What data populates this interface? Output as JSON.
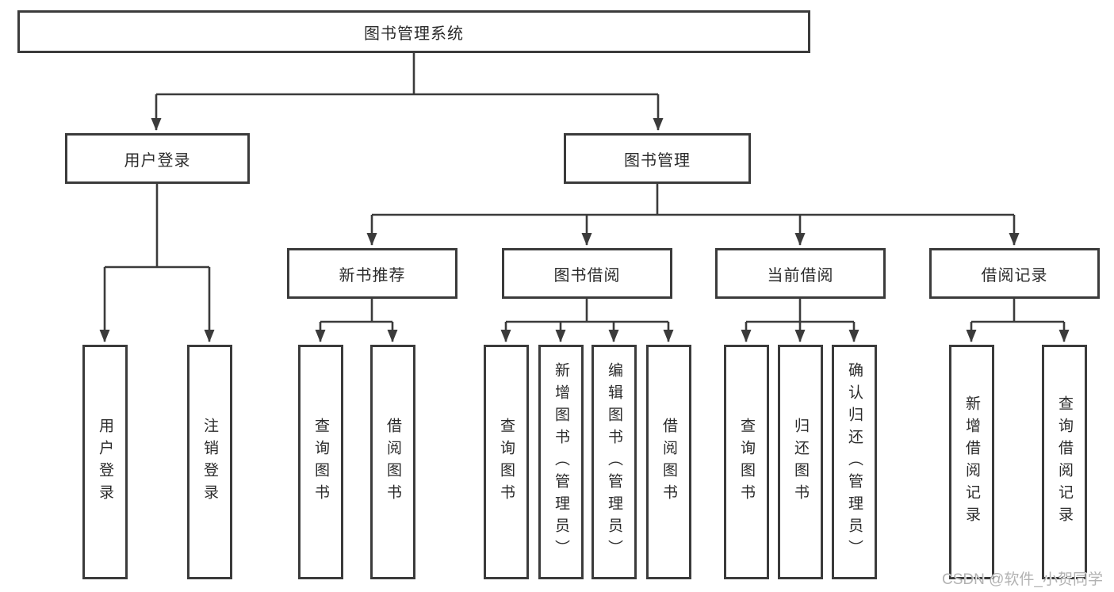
{
  "tree": {
    "root": "图书管理系统",
    "branches": [
      {
        "label": "用户登录",
        "children": [
          "用户登录",
          "注销登录"
        ]
      },
      {
        "label": "图书管理",
        "children": [
          {
            "label": "新书推荐",
            "children": [
              "查询图书",
              "借阅图书"
            ]
          },
          {
            "label": "图书借阅",
            "children": [
              "查询图书",
              "新增图书（管理员）",
              "编辑图书（管理员）",
              "借阅图书"
            ]
          },
          {
            "label": "当前借阅",
            "children": [
              "查询图书",
              "归还图书",
              "确认归还（管理员）"
            ]
          },
          {
            "label": "借阅记录",
            "children": [
              "新增借阅记录",
              "查询借阅记录"
            ]
          }
        ]
      }
    ]
  },
  "watermark": "CSDN @软件_小贺同学",
  "colors": {
    "line": "#3b3b3b",
    "text": "#2b2b2b",
    "background": "#ffffff",
    "watermark": "#b2b2b2"
  }
}
